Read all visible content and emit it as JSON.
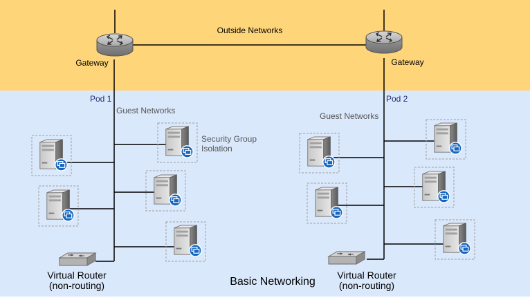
{
  "labels": {
    "outside_networks": "Outside Networks",
    "gateway_left": "Gateway",
    "gateway_right": "Gateway",
    "pod1": "Pod 1",
    "pod2": "Pod 2",
    "guest_networks_1": "Guest Networks",
    "guest_networks_2": "Guest Networks",
    "security_group_line1": "Security Group",
    "security_group_line2": "Isolation",
    "vr1_line1": "Virtual Router",
    "vr1_line2": "(non-routing)",
    "vr2_line1": "Virtual Router",
    "vr2_line2": "(non-routing)",
    "basic_networking": "Basic Networking"
  },
  "colors": {
    "outside_band": "#FFD57A",
    "inside_band": "#DAE8FC",
    "line": "#000000",
    "pod_label": "#1F2D70",
    "muted_text": "#555555",
    "dashed_box": "#9E9E9E",
    "badge": "#1565C0"
  },
  "icons": {
    "gateway": "router-icon",
    "server": "server-icon",
    "vm": "vm-badge-icon",
    "virtual_router": "switch-icon"
  }
}
